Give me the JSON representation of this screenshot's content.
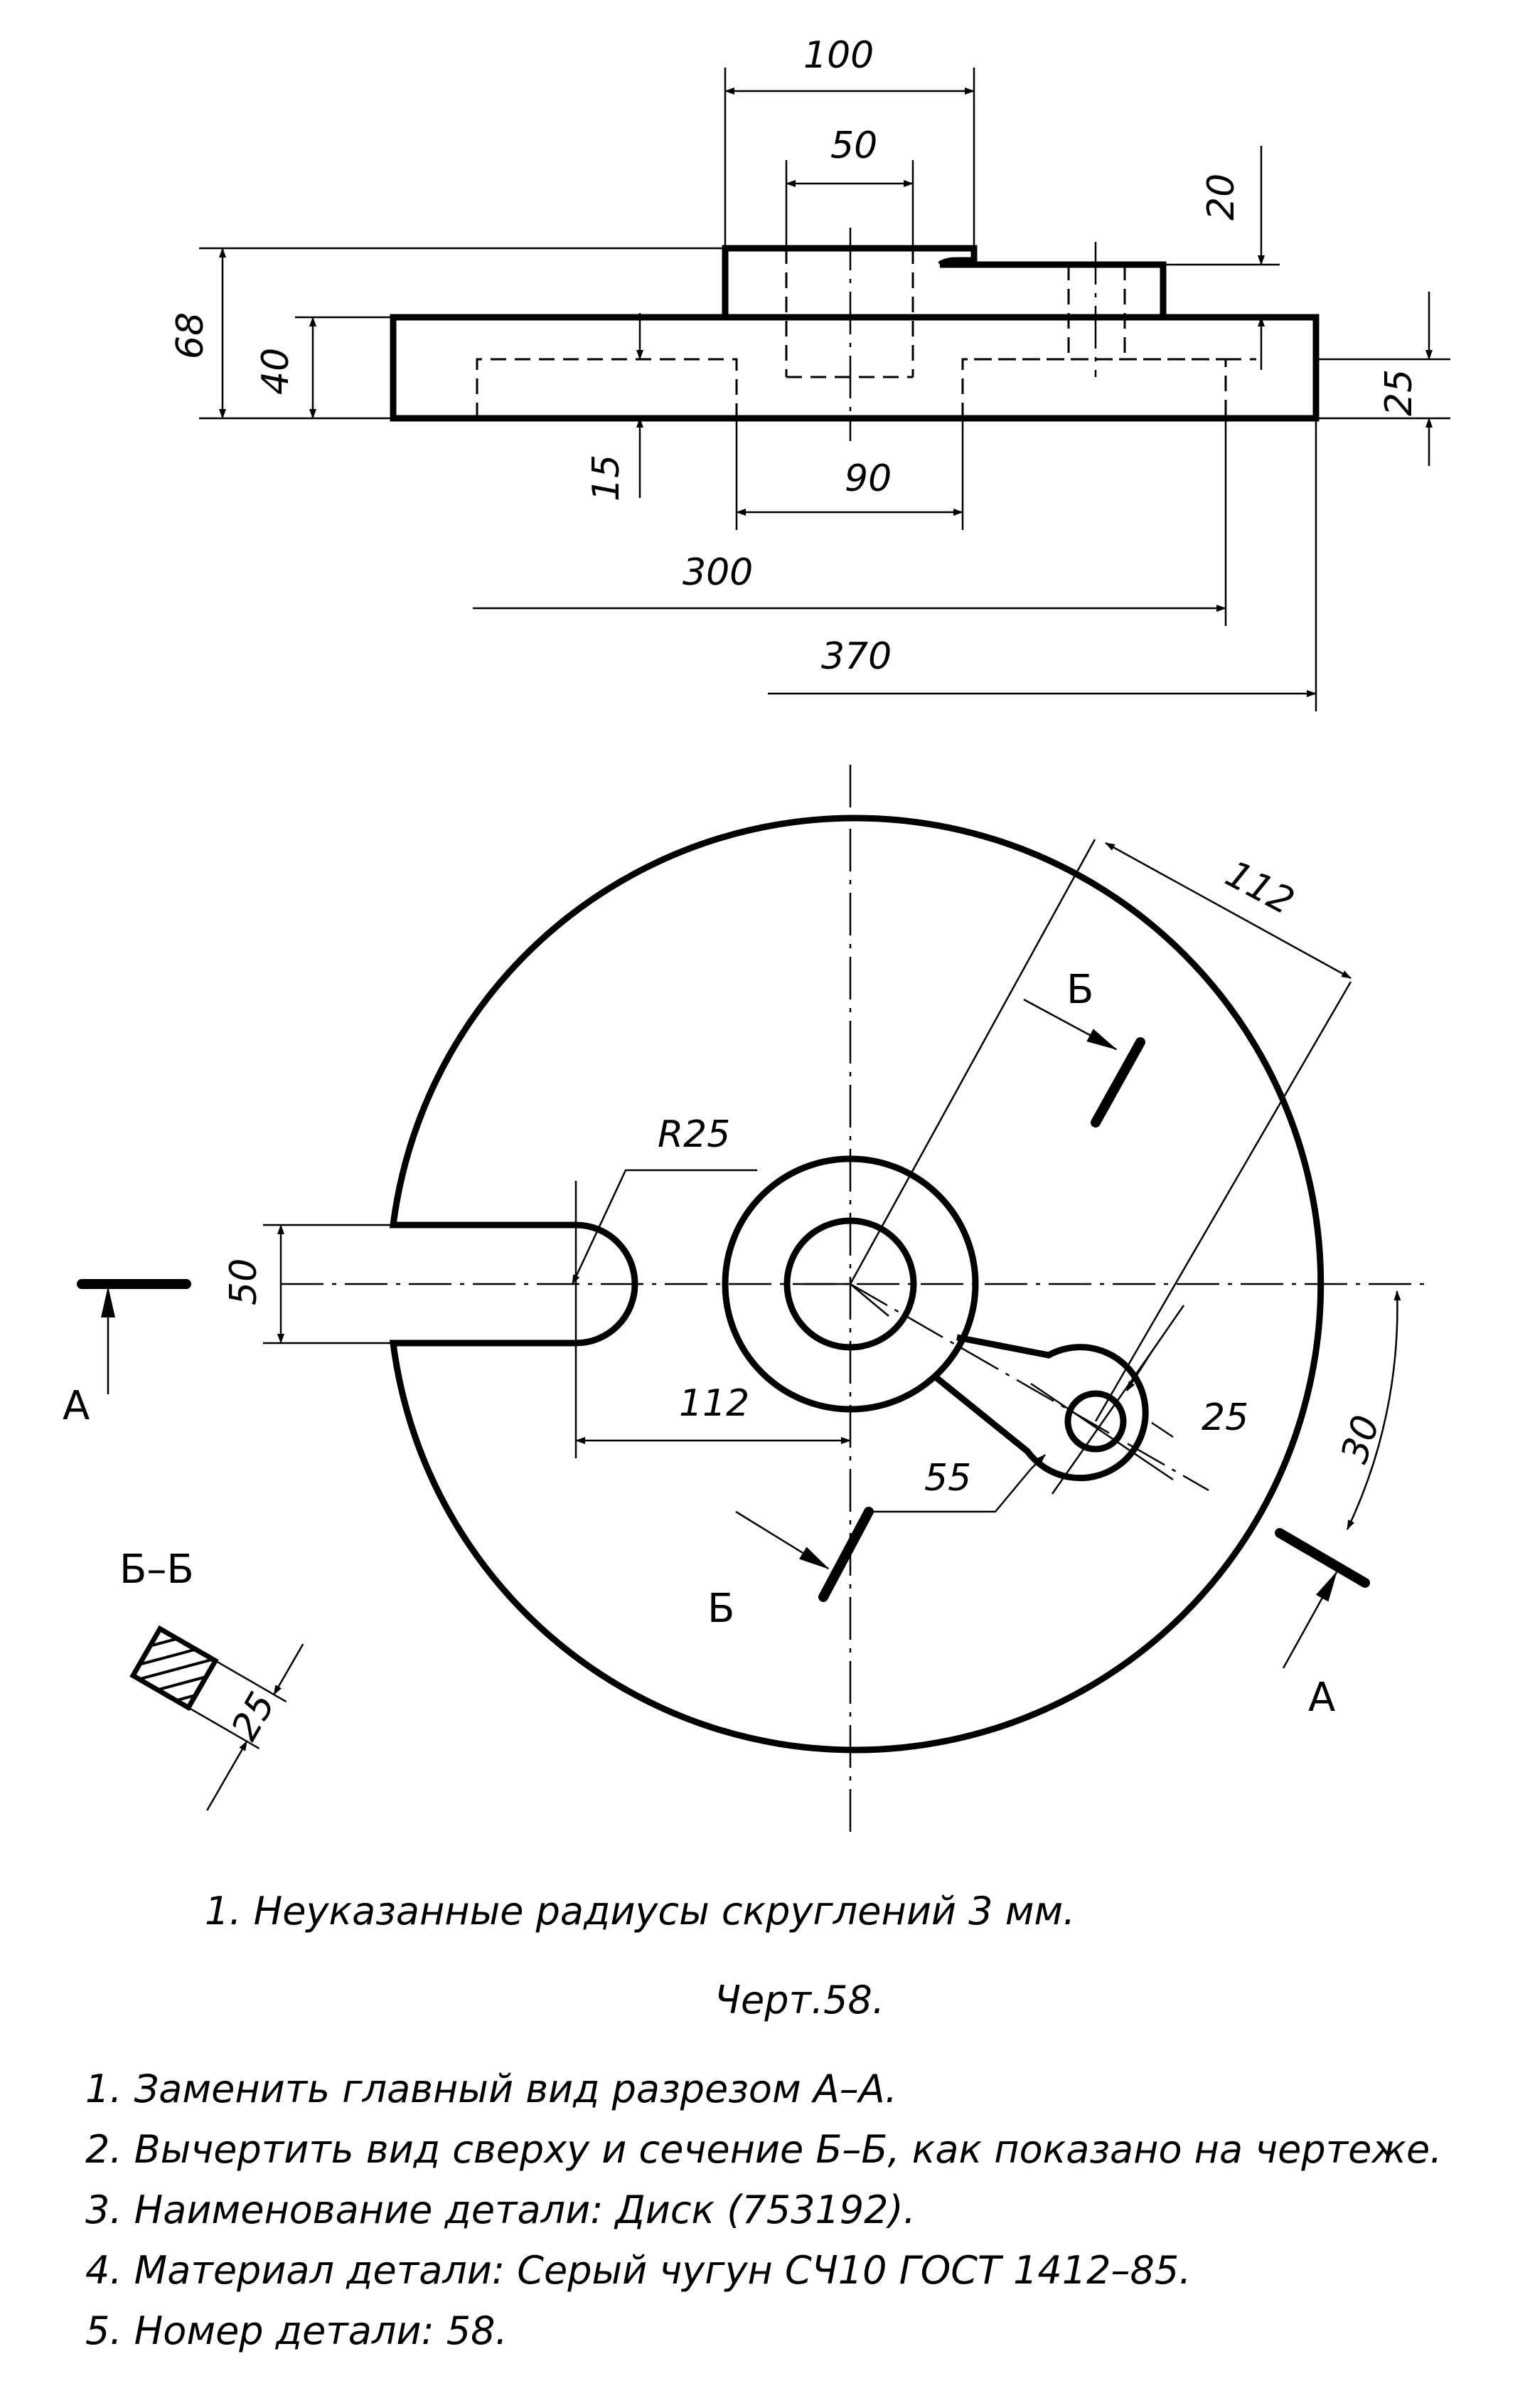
{
  "top_view_dims": {
    "d100": "100",
    "d50": "50",
    "d20": "20",
    "d68": "68",
    "d40": "40",
    "d25": "25",
    "d15": "15",
    "d90": "90",
    "d300": "300",
    "d370": "370"
  },
  "plan_dims": {
    "d112_top": "112",
    "r25": "R25",
    "d50": "50",
    "d112": "112",
    "d25": "25",
    "d30": "30",
    "d55": "55"
  },
  "labels": {
    "b_top": "Б",
    "b_bottom": "Б",
    "a_left": "А",
    "a_right": "А",
    "section_title": "Б–Б",
    "section_dim": "25"
  },
  "notes": {
    "fillet_note": "1. Неуказанные радиусы скруглений 3 мм.",
    "caption": "Черт.58.",
    "tasks": [
      "1. Заменить главный вид разрезом А–А.",
      "2. Вычертить вид сверху и сечение Б–Б, как показано на чертеже.",
      "3. Наименование детали: Диск (753192).",
      "4. Материал детали: Серый чугун СЧ10 ГОСТ 1412–85.",
      "5. Номер детали: 58."
    ]
  }
}
